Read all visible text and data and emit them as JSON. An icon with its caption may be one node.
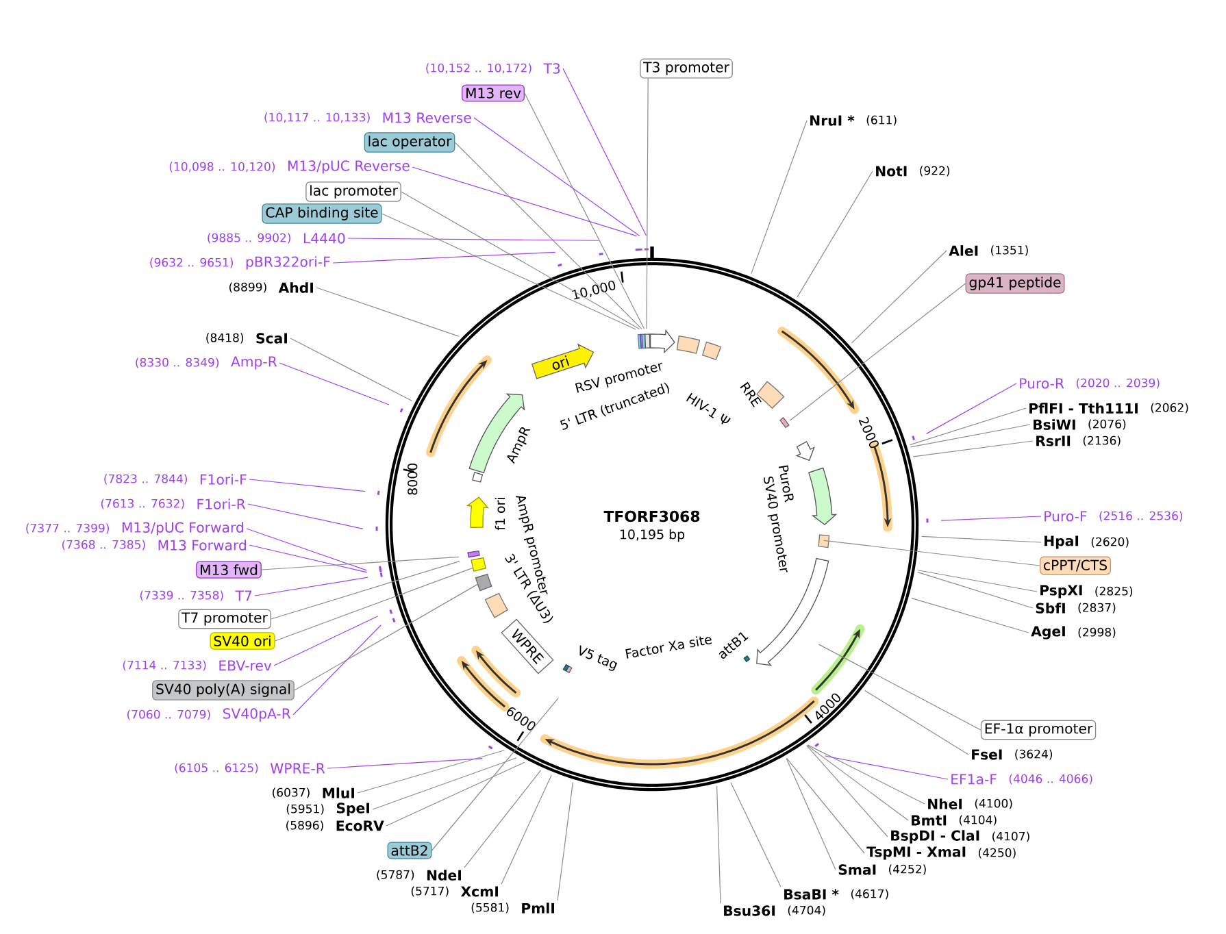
{
  "diagram": {
    "title": "TFORF3068",
    "nodes": [
      {
        "text": [
          "T3"
        ],
        "beside": [
          "(10,152 .. 10,172)"
        ]
      },
      {
        "text": [
          "M13 rev"
        ]
      },
      {
        "text": [
          "M13 Reverse"
        ],
        "beside": [
          "(10,117 .. 10,133)"
        ]
      },
      {
        "text": [
          "lac operator"
        ]
      },
      {
        "text": [
          "M13/pUC Reverse"
        ],
        "beside": [
          "(10,098 .. 10,120)"
        ]
      },
      {
        "text": [
          "lac promoter"
        ]
      },
      {
        "text": [
          "CAP binding site"
        ]
      },
      {
        "text": [
          "L4440"
        ],
        "beside": [
          "(9885 .. 9902)"
        ]
      },
      {
        "text": [
          "pBR322ori-F"
        ],
        "beside": [
          "(9632 .. 9651)"
        ]
      },
      {
        "text": [
          "AhdI"
        ],
        "beside": [
          "(8899)"
        ]
      },
      {
        "text": [
          "ScaI"
        ],
        "beside": [
          "(8418)"
        ]
      },
      {
        "text": [
          "Amp-R"
        ],
        "beside": [
          "(8330 .. 8349)"
        ]
      },
      {
        "text": [
          "F1ori-F"
        ],
        "beside": [
          "(7823 .. 7844)"
        ]
      },
      {
        "text": [
          "F1ori-R"
        ],
        "beside": [
          "(7613 .. 7632)"
        ]
      },
      {
        "text": [
          "M13/pUC Forward"
        ],
        "beside": [
          "(7377 .. 7399)"
        ]
      },
      {
        "text": [
          "M13 Forward"
        ],
        "beside": [
          "(7368 .. 7385)"
        ]
      },
      {
        "text": [
          "M13 fwd"
        ]
      },
      {
        "text": [
          "T7"
        ],
        "beside": [
          "(7339 .. 7358)"
        ]
      },
      {
        "text": [
          "T7 promoter"
        ]
      },
      {
        "text": [
          "SV40 ori"
        ]
      },
      {
        "text": [
          "EBV-rev"
        ],
        "beside": [
          "(7114 .. 7133)"
        ]
      },
      {
        "text": [
          "SV40 poly(A) signal"
        ]
      },
      {
        "text": [
          "SV40pA-R"
        ],
        "beside": [
          "(7060 .. 7079)"
        ]
      },
      {
        "text": [
          "WPRE-R"
        ],
        "beside": [
          "(6105 .. 6125)"
        ]
      },
      {
        "text": [
          "MluI"
        ],
        "beside": [
          "(6037)"
        ]
      },
      {
        "text": [
          "SpeI"
        ],
        "beside": [
          "(5951)"
        ]
      },
      {
        "text": [
          "EcoRV"
        ],
        "beside": [
          "(5896)"
        ]
      },
      {
        "text": [
          "attB2"
        ]
      },
      {
        "text": [
          "NdeI"
        ],
        "beside": [
          "(5787)"
        ]
      },
      {
        "text": [
          "XcmI"
        ],
        "beside": [
          "(5717)"
        ]
      },
      {
        "text": [
          "PmlI"
        ],
        "beside": [
          "(5581)"
        ]
      },
      {
        "text": [
          "Bsu36I"
        ],
        "beside": [
          "(4704)"
        ]
      },
      {
        "text": [
          "BsaBI *"
        ],
        "beside": [
          "(4617)"
        ]
      },
      {
        "text": [
          "SmaI"
        ],
        "beside": [
          "(4252)"
        ]
      },
      {
        "text": [
          "TspMI - XmaI"
        ],
        "beside": [
          "(4250)"
        ]
      },
      {
        "text": [
          "BspDI - ClaI"
        ],
        "beside": [
          "(4107)"
        ]
      },
      {
        "text": [
          "BmtI"
        ],
        "beside": [
          "(4104)"
        ]
      },
      {
        "text": [
          "NheI"
        ],
        "beside": [
          "(4100)"
        ]
      },
      {
        "text": [
          "EF1a-F"
        ],
        "beside": [
          "(4046 .. 4066)"
        ]
      },
      {
        "text": [
          "FseI"
        ],
        "beside": [
          "(3624)"
        ]
      },
      {
        "text": [
          "EF-1α promoter"
        ]
      },
      {
        "text": [
          "AgeI"
        ],
        "beside": [
          "(2998)"
        ]
      },
      {
        "text": [
          "SbfI"
        ],
        "beside": [
          "(2837)"
        ]
      },
      {
        "text": [
          "PspXI"
        ],
        "beside": [
          "(2825)"
        ]
      },
      {
        "text": [
          "cPPT/CTS"
        ]
      },
      {
        "text": [
          "HpaI"
        ],
        "beside": [
          "(2620)"
        ]
      },
      {
        "text": [
          "Puro-F"
        ],
        "beside": [
          "(2516 .. 2536)"
        ]
      },
      {
        "text": [
          "RsrII"
        ],
        "beside": [
          "(2136)"
        ]
      },
      {
        "text": [
          "BsiWI"
        ],
        "beside": [
          "(2076)"
        ]
      },
      {
        "text": [
          "PflFI - Tth111I"
        ],
        "beside": [
          "(2062)"
        ]
      },
      {
        "text": [
          "Puro-R"
        ],
        "beside": [
          "(2020 .. 2039)"
        ]
      },
      {
        "text": [
          "gp41 peptide"
        ]
      },
      {
        "text": [
          "AleI"
        ],
        "beside": [
          "(1351)"
        ]
      },
      {
        "text": [
          "NotI"
        ],
        "beside": [
          "(922)"
        ]
      },
      {
        "text": [
          "NruI *"
        ],
        "beside": [
          "(611)"
        ]
      },
      {
        "text": [
          "T3 promoter"
        ]
      },
      {
        "text": [
          "ori"
        ]
      },
      {
        "text": [
          "WPRE"
        ]
      }
    ],
    "edges": [
      {
        "from": 0,
        "to": null,
        "arrow": "none",
        "color": "#a040f0"
      },
      {
        "from": 1,
        "to": null,
        "arrow": "none"
      },
      {
        "from": 2,
        "to": null,
        "arrow": "none",
        "color": "#a040f0"
      },
      {
        "from": 3,
        "to": null,
        "arrow": "none"
      },
      {
        "from": 4,
        "to": null,
        "arrow": "none",
        "color": "#a040f0"
      },
      {
        "from": 5,
        "to": null,
        "arrow": "none"
      },
      {
        "from": 6,
        "to": null,
        "arrow": "none"
      },
      {
        "from": 7,
        "to": null,
        "arrow": "none",
        "color": "#a040f0"
      },
      {
        "from": 8,
        "to": null,
        "arrow": "none",
        "color": "#a040f0"
      },
      {
        "from": 9,
        "to": null,
        "arrow": "none"
      },
      {
        "from": 10,
        "to": null,
        "arrow": "none"
      },
      {
        "from": 11,
        "to": null,
        "arrow": "none",
        "color": "#a040f0"
      },
      {
        "from": 12,
        "to": null,
        "arrow": "none",
        "color": "#a040f0"
      },
      {
        "from": 13,
        "to": null,
        "arrow": "none",
        "color": "#a040f0"
      },
      {
        "from": 14,
        "to": null,
        "arrow": "none",
        "color": "#a040f0"
      },
      {
        "from": 15,
        "to": null,
        "arrow": "none",
        "color": "#a040f0"
      },
      {
        "from": 16,
        "to": null,
        "arrow": "none"
      },
      {
        "from": 17,
        "to": null,
        "arrow": "none",
        "color": "#a040f0"
      },
      {
        "from": 18,
        "to": null,
        "arrow": "none"
      },
      {
        "from": 19,
        "to": null,
        "arrow": "none"
      },
      {
        "from": 20,
        "to": null,
        "arrow": "none",
        "color": "#a040f0"
      },
      {
        "from": 21,
        "to": null,
        "arrow": "none"
      },
      {
        "from": 22,
        "to": null,
        "arrow": "none",
        "color": "#a040f0"
      },
      {
        "from": 23,
        "to": null,
        "arrow": "none",
        "color": "#a040f0"
      },
      {
        "from": 24,
        "to": null,
        "arrow": "none"
      },
      {
        "from": 25,
        "to": null,
        "arrow": "none"
      },
      {
        "from": 26,
        "to": null,
        "arrow": "none"
      },
      {
        "from": 27,
        "to": null,
        "arrow": "none"
      },
      {
        "from": 28,
        "to": null,
        "arrow": "none"
      },
      {
        "from": 29,
        "to": null,
        "arrow": "none"
      },
      {
        "from": 30,
        "to": null,
        "arrow": "none"
      },
      {
        "from": 31,
        "to": null,
        "arrow": "none"
      },
      {
        "from": 32,
        "to": null,
        "arrow": "none"
      },
      {
        "from": 33,
        "to": null,
        "arrow": "none"
      },
      {
        "from": 34,
        "to": null,
        "arrow": "none"
      },
      {
        "from": 35,
        "to": null,
        "arrow": "none"
      },
      {
        "from": 36,
        "to": null,
        "arrow": "none"
      },
      {
        "from": 37,
        "to": null,
        "arrow": "none"
      },
      {
        "from": 38,
        "to": null,
        "arrow": "none",
        "color": "#a040f0"
      },
      {
        "from": 39,
        "to": null,
        "arrow": "none"
      },
      {
        "from": 40,
        "to": null,
        "arrow": "none"
      },
      {
        "from": 41,
        "to": null,
        "arrow": "none"
      },
      {
        "from": 42,
        "to": null,
        "arrow": "none"
      },
      {
        "from": 43,
        "to": null,
        "arrow": "none"
      },
      {
        "from": 44,
        "to": null,
        "arrow": "none"
      },
      {
        "from": 45,
        "to": null,
        "arrow": "none"
      },
      {
        "from": 46,
        "to": null,
        "arrow": "none",
        "color": "#a040f0"
      },
      {
        "from": 47,
        "to": null,
        "arrow": "none"
      },
      {
        "from": 48,
        "to": null,
        "arrow": "none"
      },
      {
        "from": 49,
        "to": null,
        "arrow": "none"
      },
      {
        "from": 50,
        "to": null,
        "arrow": "none",
        "color": "#a040f0"
      },
      {
        "from": 51,
        "to": null,
        "arrow": "none"
      },
      {
        "from": 52,
        "to": null,
        "arrow": "none"
      },
      {
        "from": 53,
        "to": null,
        "arrow": "none"
      },
      {
        "from": 54,
        "to": null,
        "arrow": "none"
      },
      {
        "from": 55,
        "to": null,
        "arrow": "none"
      }
    ],
    "labels": [
      "10,000",
      "RSV promoter",
      "5' LTR (truncated)",
      "HIV-1 Ψ",
      "RRE",
      "AmpR",
      "2000",
      "8000",
      "PuroR",
      "f1 ori",
      "AmpR promoter",
      "10,195 bp",
      "SV40 promoter",
      "3' LTR (ΔU3)",
      "V5 tag",
      "Factor Xa site",
      "attB1",
      "4000",
      "6000"
    ]
  }
}
